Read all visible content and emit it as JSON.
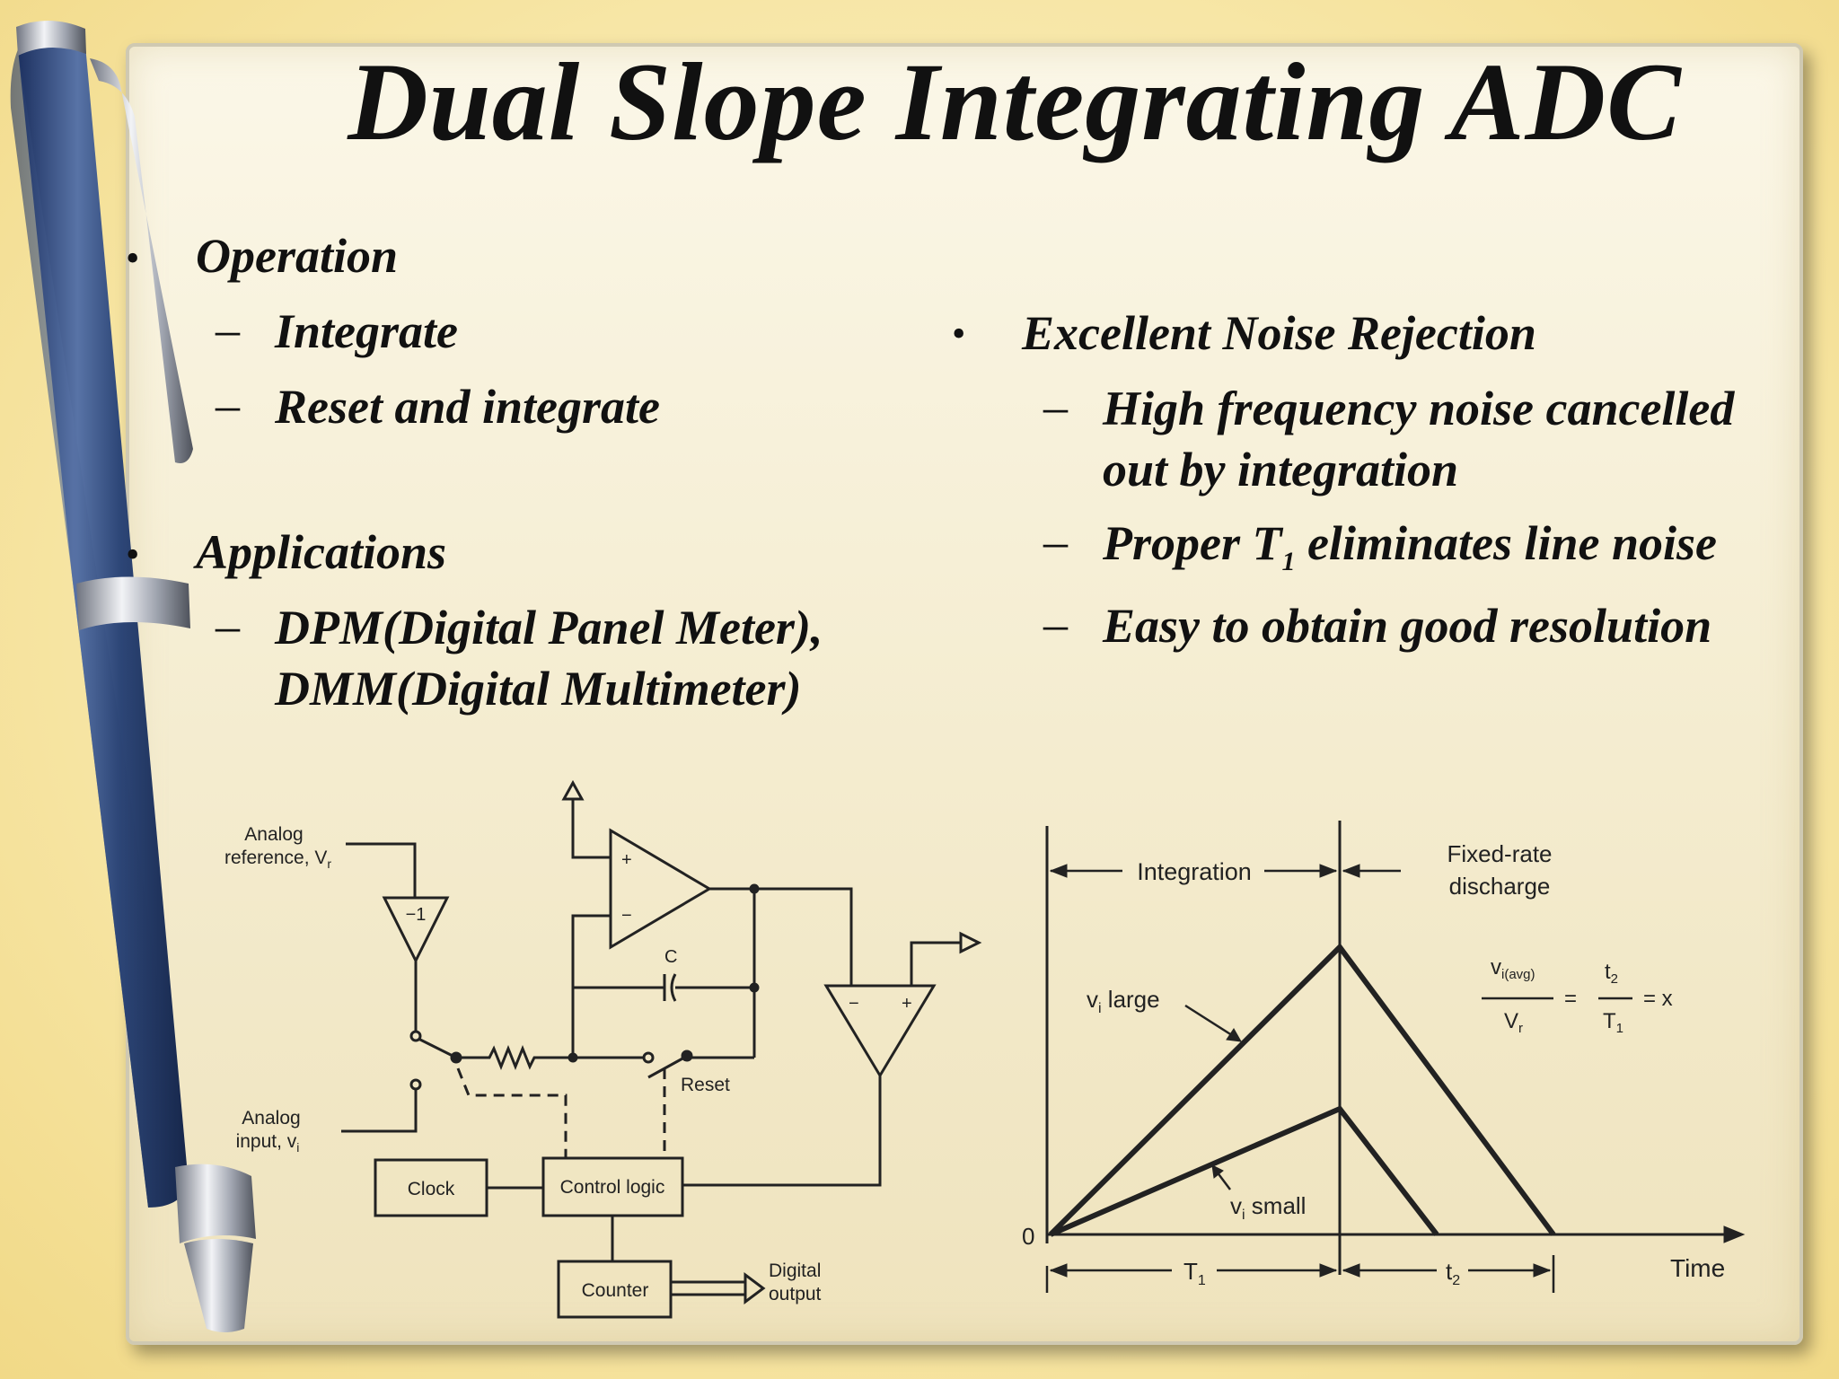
{
  "slide": {
    "title": "Dual Slope Integrating ADC"
  },
  "left_column": {
    "operation": {
      "heading": "Operation",
      "items": [
        "Integrate",
        "Reset and integrate"
      ]
    },
    "applications": {
      "heading": "Applications",
      "item_line1": "DPM(Digital Panel Meter),",
      "item_line2": "DMM(Digital Multimeter)"
    }
  },
  "right_column": {
    "heading": "Excellent Noise Rejection",
    "item1_line1": "High frequency noise cancelled",
    "item1_line2": "out by integration",
    "item2_pre": "Proper T",
    "item2_sub": "1",
    "item2_post": " eliminates line noise",
    "item3": "Easy to obtain good resolution"
  },
  "circuit": {
    "analog_reference_line1": "Analog",
    "analog_reference_line2": "reference, V",
    "analog_reference_sub": "r",
    "inverter_label": "−1",
    "capacitor_label": "C",
    "reset_label": "Reset",
    "analog_input_line1": "Analog",
    "analog_input_line2": "input, v",
    "analog_input_sub": "i",
    "clock_label": "Clock",
    "control_logic_label": "Control logic",
    "counter_label": "Counter",
    "digital_output_line1": "Digital",
    "digital_output_line2": "output",
    "opamp_plus": "+",
    "opamp_minus": "−",
    "comp_minus": "−",
    "comp_plus": "+"
  },
  "waveform": {
    "integration_label": "Integration",
    "discharge_line1": "Fixed-rate",
    "discharge_line2": "discharge",
    "vi_large_pre": "v",
    "vi_large_sub": "i",
    "vi_large_post": " large",
    "vi_small_pre": "v",
    "vi_small_sub": "i",
    "vi_small_post": " small",
    "origin_label": "0",
    "time_label": "Time",
    "t1_pre": "T",
    "t1_sub": "1",
    "t2_pre": "t",
    "t2_sub": "2",
    "formula_num_pre": "v",
    "formula_num_sub": "i(avg)",
    "formula_den_pre": "V",
    "formula_den_sub": "r",
    "formula_eq": "=",
    "formula_t2_pre": "t",
    "formula_t2_sub": "2",
    "formula_T1_pre": "T",
    "formula_T1_sub": "1",
    "formula_result": "= x"
  },
  "colors": {
    "pen_body": "#2d4677",
    "pen_highlight": "#5a75a8",
    "ink": "#111111",
    "paper": "#f6eed2"
  }
}
